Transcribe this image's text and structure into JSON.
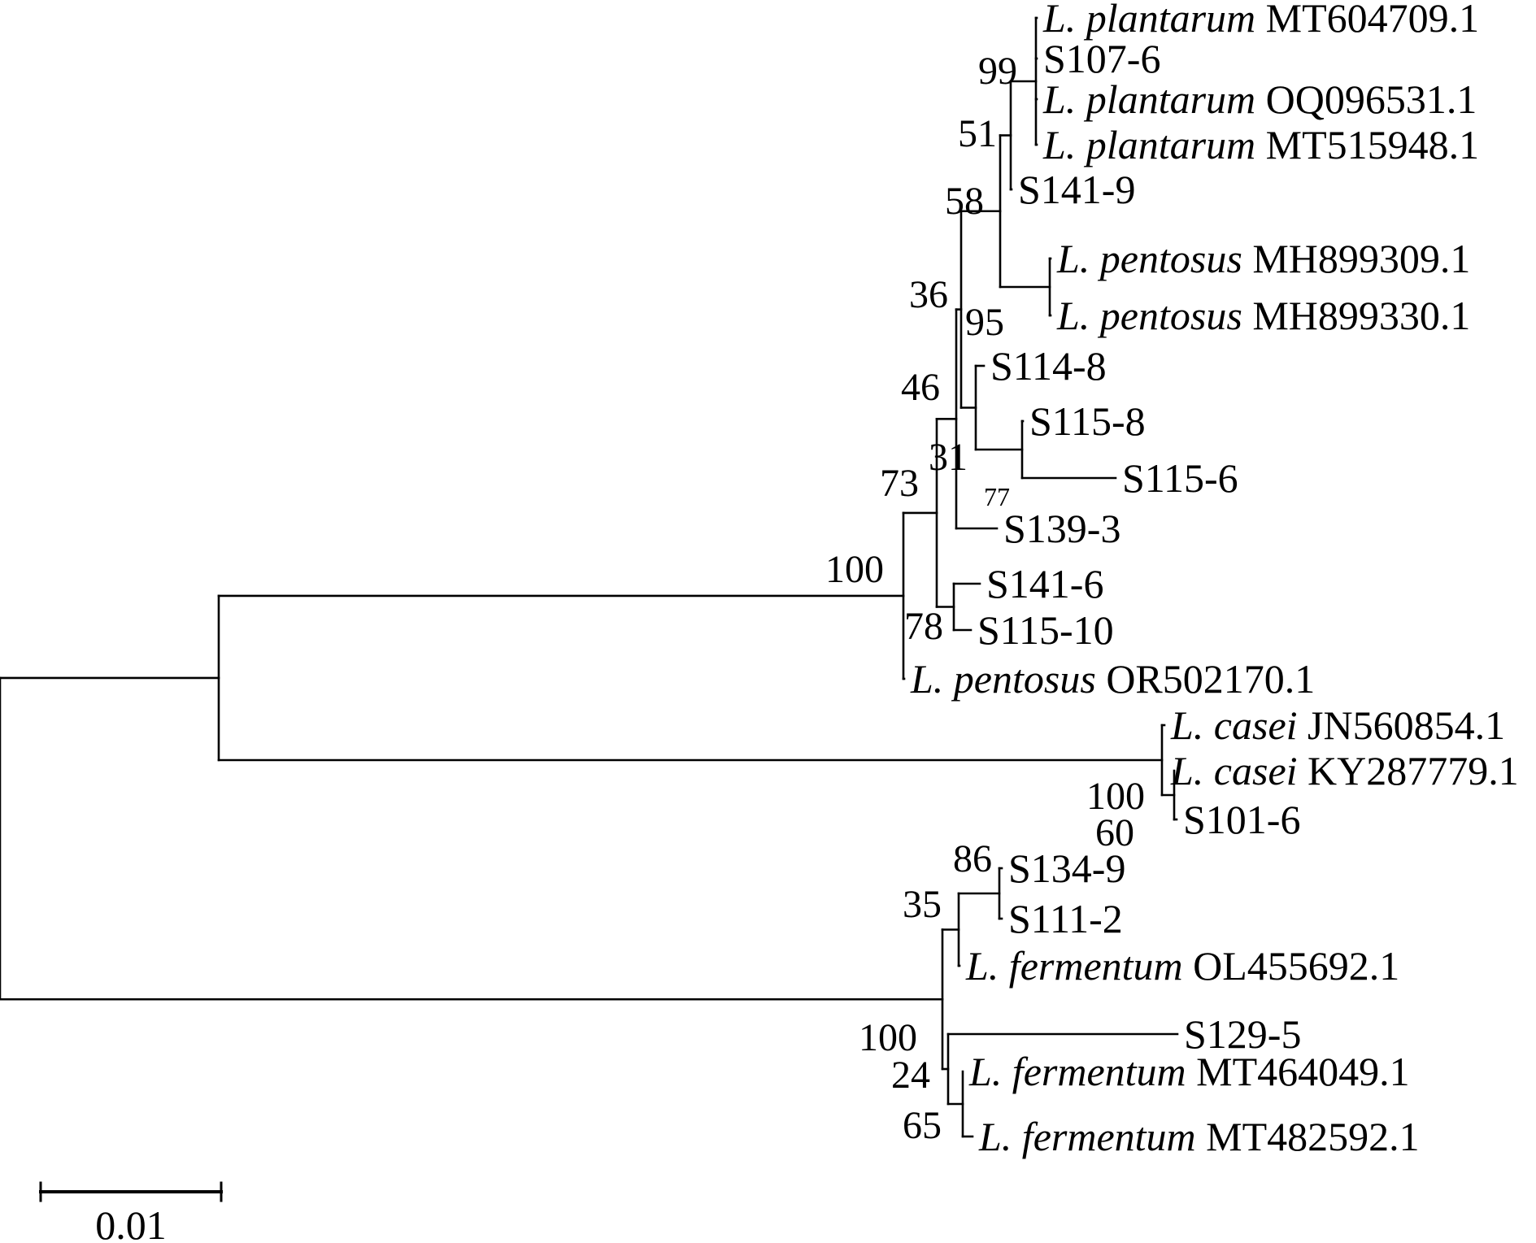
{
  "leaves": [
    {
      "id": "t1",
      "species": "L. plantarum",
      "accession": "MT604709.1"
    },
    {
      "id": "t2",
      "species": "",
      "accession": "S107-6"
    },
    {
      "id": "t3",
      "species": "L. plantarum",
      "accession": "OQ096531.1"
    },
    {
      "id": "t4",
      "species": "L. plantarum",
      "accession": "MT515948.1"
    },
    {
      "id": "t5",
      "species": "",
      "accession": "S141-9"
    },
    {
      "id": "t6",
      "species": "L. pentosus",
      "accession": "MH899309.1"
    },
    {
      "id": "t7",
      "species": "L. pentosus",
      "accession": "MH899330.1"
    },
    {
      "id": "t8",
      "species": "",
      "accession": "S114-8"
    },
    {
      "id": "t9",
      "species": "",
      "accession": "S115-8"
    },
    {
      "id": "t10",
      "species": "",
      "accession": "S115-6"
    },
    {
      "id": "t11",
      "species": "",
      "accession": "S139-3"
    },
    {
      "id": "t12",
      "species": "",
      "accession": "S141-6"
    },
    {
      "id": "t13",
      "species": "",
      "accession": "S115-10"
    },
    {
      "id": "t14",
      "species": "L. pentosus",
      "accession": "OR502170.1"
    },
    {
      "id": "t15",
      "species": "L. casei",
      "accession": "JN560854.1"
    },
    {
      "id": "t16",
      "species": "L. casei",
      "accession": "KY287779.1"
    },
    {
      "id": "t17",
      "species": "",
      "accession": "S101-6"
    },
    {
      "id": "t18",
      "species": "",
      "accession": "S134-9"
    },
    {
      "id": "t19",
      "species": "",
      "accession": "S111-2"
    },
    {
      "id": "t20",
      "species": "L. fermentum",
      "accession": "OL455692.1"
    },
    {
      "id": "t21",
      "species": "",
      "accession": "S129-5"
    },
    {
      "id": "t22",
      "species": "L. fermentum",
      "accession": "MT464049.1"
    },
    {
      "id": "t23",
      "species": "L. fermentum",
      "accession": "MT482592.1"
    }
  ],
  "bootstrap": [
    {
      "node": "n_pl1",
      "value": "99"
    },
    {
      "node": "n_pl2",
      "value": "51"
    },
    {
      "node": "n_pl3",
      "value": "58"
    },
    {
      "node": "n_pe2",
      "value": "95"
    },
    {
      "node": "n_A",
      "value": "36"
    },
    {
      "node": "n_s115",
      "value": "77"
    },
    {
      "node": "n_C",
      "value": "31"
    },
    {
      "node": "n_B",
      "value": "46"
    },
    {
      "node": "n_s14",
      "value": "78"
    },
    {
      "node": "n_D",
      "value": "73"
    },
    {
      "node": "n_pent",
      "value": "100"
    },
    {
      "node": "n_cas1",
      "value": "60"
    },
    {
      "node": "n_cas",
      "value": "100"
    },
    {
      "node": "n_f1",
      "value": "86"
    },
    {
      "node": "n_f2",
      "value": "35"
    },
    {
      "node": "n_f4",
      "value": "65"
    },
    {
      "node": "n_f3",
      "value": "24"
    },
    {
      "node": "n_ferm",
      "value": "100"
    }
  ],
  "scale_bar": {
    "value": 0.01,
    "label": "0.01"
  }
}
